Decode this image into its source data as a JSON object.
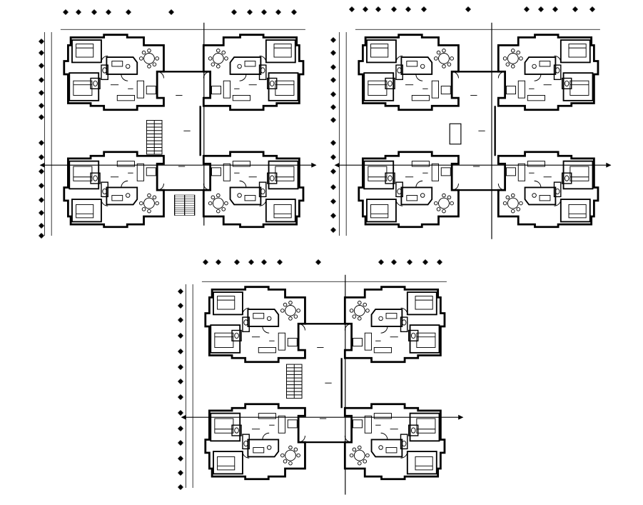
{
  "drawing": {
    "line_color": "#000000",
    "background": "#ffffff",
    "plans": [
      {
        "id": "plan-top-left",
        "stair": "left",
        "bottom_stair": true
      },
      {
        "id": "plan-top-right",
        "stair": "none",
        "lift": true
      },
      {
        "id": "plan-bottom-center",
        "stair": "left",
        "bottom_stair": false
      }
    ],
    "furniture_icons": [
      "bed-icon",
      "dining-table-icon",
      "sofa-icon",
      "toilet-icon",
      "kitchen-counter-icon",
      "door-swing-icon"
    ]
  }
}
